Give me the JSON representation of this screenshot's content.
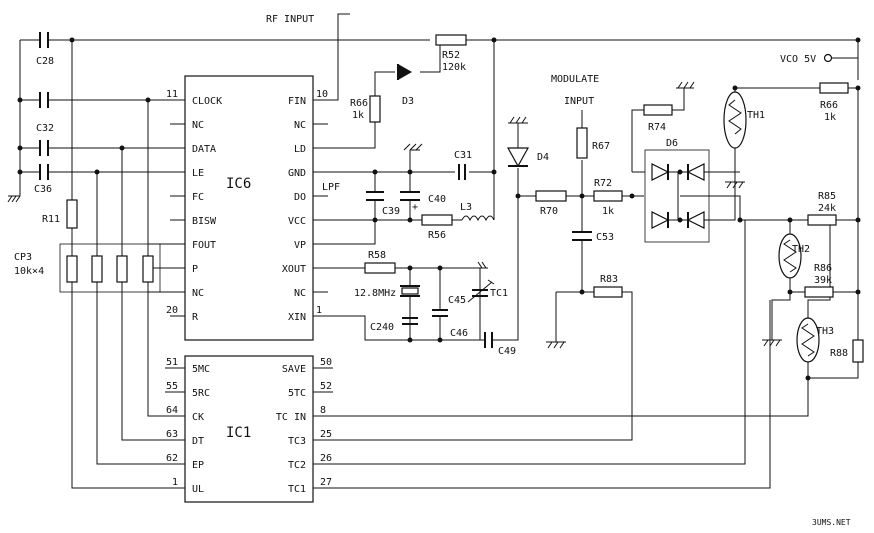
{
  "ic6": {
    "name": "IC6",
    "left_pins": [
      {
        "num": "11",
        "label": "CLOCK"
      },
      {
        "num": "",
        "label": "NC"
      },
      {
        "num": "",
        "label": "DATA"
      },
      {
        "num": "",
        "label": "LE"
      },
      {
        "num": "",
        "label": "FC"
      },
      {
        "num": "",
        "label": "BISW"
      },
      {
        "num": "",
        "label": "FOUT"
      },
      {
        "num": "",
        "label": "P"
      },
      {
        "num": "",
        "label": "NC"
      },
      {
        "num": "20",
        "label": "R"
      }
    ],
    "right_pins": [
      {
        "num": "10",
        "label": "FIN"
      },
      {
        "num": "",
        "label": "NC"
      },
      {
        "num": "",
        "label": "LD"
      },
      {
        "num": "",
        "label": "GND"
      },
      {
        "num": "",
        "label": "DO"
      },
      {
        "num": "",
        "label": "VCC"
      },
      {
        "num": "",
        "label": "VP"
      },
      {
        "num": "",
        "label": "XOUT"
      },
      {
        "num": "",
        "label": "NC"
      },
      {
        "num": "1",
        "label": "XIN"
      }
    ]
  },
  "ic1": {
    "name": "IC1",
    "left_pins": [
      {
        "num": "51",
        "label": "5MC"
      },
      {
        "num": "55",
        "label": "5RC"
      },
      {
        "num": "64",
        "label": "CK"
      },
      {
        "num": "63",
        "label": "DT"
      },
      {
        "num": "62",
        "label": "EP"
      },
      {
        "num": "1",
        "label": "UL"
      }
    ],
    "right_pins": [
      {
        "num": "50",
        "label": "SAVE"
      },
      {
        "num": "52",
        "label": "5TC"
      },
      {
        "num": "8",
        "label": "TC IN"
      },
      {
        "num": "25",
        "label": "TC3"
      },
      {
        "num": "26",
        "label": "TC2"
      },
      {
        "num": "27",
        "label": "TC1"
      }
    ]
  },
  "labels": {
    "rf_input": "RF INPUT",
    "modulate": "MODULATE",
    "modulate_input": "INPUT",
    "vco": "VCO 5V",
    "lpf": "LPF",
    "watermark": "ЗUMS.NET"
  },
  "components": {
    "c28": "C28",
    "c32": "C32",
    "c36": "C36",
    "r11": "R11",
    "cp3": "CP3",
    "cp3_val": "10k×4",
    "r52": "R52",
    "r52_val": "120k",
    "r66a": "R66",
    "r66a_val": "1k",
    "d3": "D3",
    "c31": "C31",
    "c40": "C40",
    "c39": "C39",
    "l3": "L3",
    "r56": "R56",
    "r58": "R58",
    "xtal": "12.8MHz",
    "c45": "C45",
    "tc1": "TC1",
    "c240": "C240",
    "c46": "C46",
    "c49": "C49",
    "d4": "D4",
    "r67": "R67",
    "r70": "R70",
    "r72": "R72",
    "r72_val": "1k",
    "c53": "C53",
    "r83": "R83",
    "r74": "R74",
    "d6": "D6",
    "th1": "TH1",
    "r66b": "R66",
    "r66b_val": "1k",
    "r85": "R85",
    "r85_val": "24k",
    "th2": "TH2",
    "r86": "R86",
    "r86_val": "39k",
    "th3": "TH3",
    "r88": "R88"
  }
}
